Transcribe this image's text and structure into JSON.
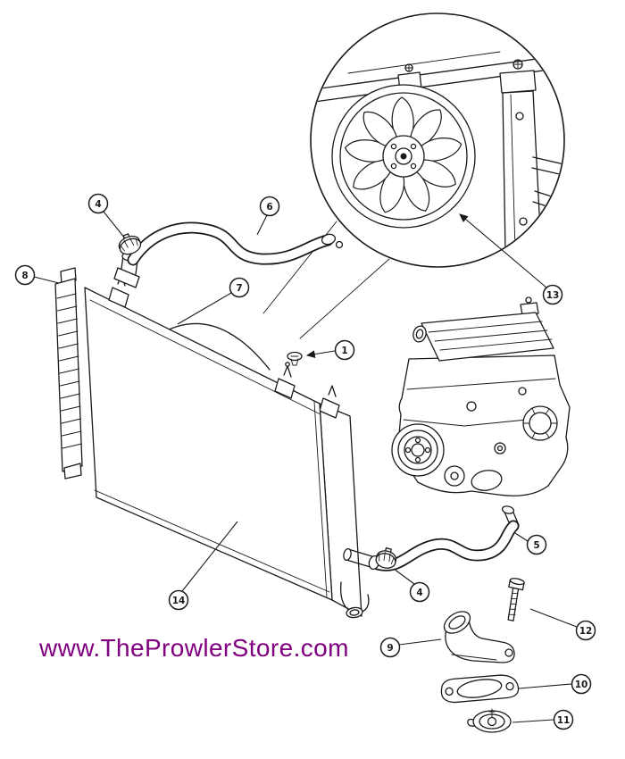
{
  "diagram": {
    "watermark": "www.TheProwlerStore.com",
    "colors": {
      "line": "#1a1a1a",
      "watermark": "#800080",
      "background": "#ffffff"
    }
  },
  "callouts": [
    {
      "label": "1"
    },
    {
      "label": "4"
    },
    {
      "label": "4"
    },
    {
      "label": "5"
    },
    {
      "label": "6"
    },
    {
      "label": "7"
    },
    {
      "label": "8"
    },
    {
      "label": "9"
    },
    {
      "label": "10"
    },
    {
      "label": "11"
    },
    {
      "label": "12"
    },
    {
      "label": "13"
    },
    {
      "label": "14"
    }
  ]
}
